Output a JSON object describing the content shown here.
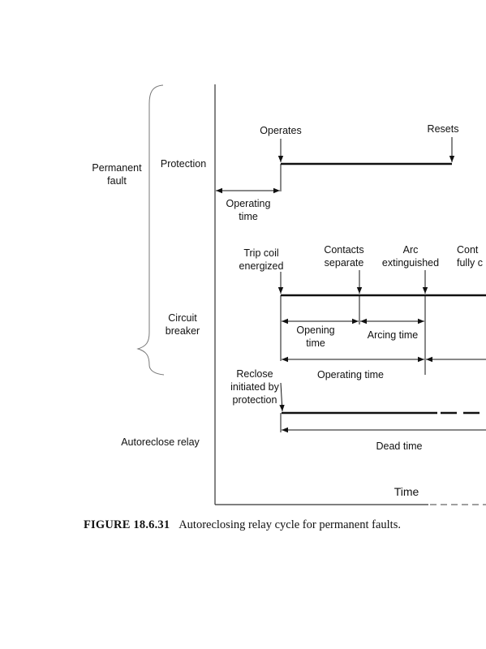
{
  "groups": {
    "permanent_fault": "Permanent\nfault"
  },
  "rows": {
    "protection": "Protection",
    "circuit_breaker": "Circuit\nbreaker",
    "autoreclose_relay": "Autoreclose relay"
  },
  "events": {
    "operates": "Operates",
    "resets": "Resets",
    "trip_coil": "Trip coil\nenergized",
    "contacts_separate": "Contacts\nseparate",
    "arc_extinguished": "Arc\nextinguished",
    "contacts_fully": "Cont\nfully c",
    "reclose_initiated": "Reclose\ninitiated by\nprotection"
  },
  "intervals": {
    "protection_operating_time": "Operating\ntime",
    "opening_time": "Opening\ntime",
    "arcing_time": "Arcing time",
    "breaker_operating_time": "Operating time",
    "dead_time": "Dead time"
  },
  "axis": {
    "time_label": "Time"
  },
  "caption": {
    "figure_number": "FIGURE 18.6.31",
    "text": "Autoreclosing relay cycle for permanent faults."
  }
}
